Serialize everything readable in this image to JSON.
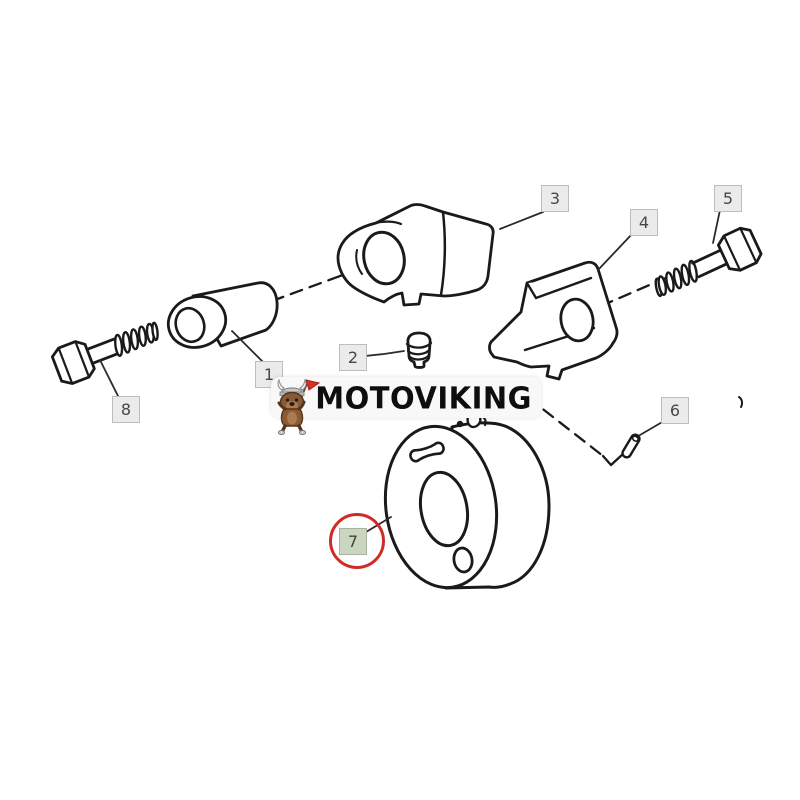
{
  "watermark": {
    "text": "MOTOVIKING",
    "mascot_icon": "viking-dog-with-red-flag"
  },
  "callouts": {
    "c1": {
      "label": "1"
    },
    "c2": {
      "label": "2"
    },
    "c3": {
      "label": "3"
    },
    "c4": {
      "label": "4"
    },
    "c5": {
      "label": "5"
    },
    "c6": {
      "label": "6"
    },
    "c7": {
      "label": "7",
      "highlighted": true
    },
    "c8": {
      "label": "8"
    }
  },
  "highlight": {
    "circle_color": "#cf2b27",
    "box_color": "#cbd5bf"
  },
  "colors": {
    "background": "#ffffff",
    "line": "#1a1a1a",
    "label_box_bg": "#ebebeb",
    "label_box_border": "#bdbdbd",
    "label_text": "#474747"
  }
}
